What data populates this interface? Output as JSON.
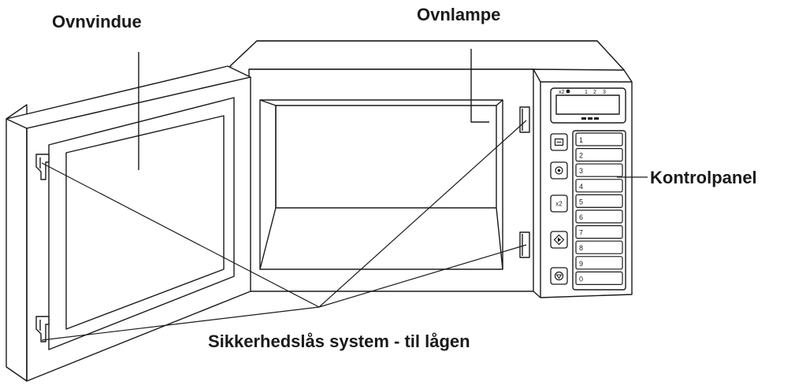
{
  "labels": {
    "oven_window": "Ovnvindue",
    "oven_lamp": "Ovnlampe",
    "control_panel": "Kontrolpanel",
    "safety_lock": "Sikkerhedslås system - til lågen"
  },
  "display": {
    "x2_mark": "x2",
    "digits": [
      "1",
      "2",
      "3"
    ]
  },
  "side_buttons": [
    "menu",
    "power",
    "x2",
    "start",
    "stop"
  ],
  "side_button_x2_text": "x2",
  "program_keys": [
    "1",
    "2",
    "3",
    "4",
    "5",
    "6",
    "7",
    "8",
    "9",
    "0"
  ]
}
